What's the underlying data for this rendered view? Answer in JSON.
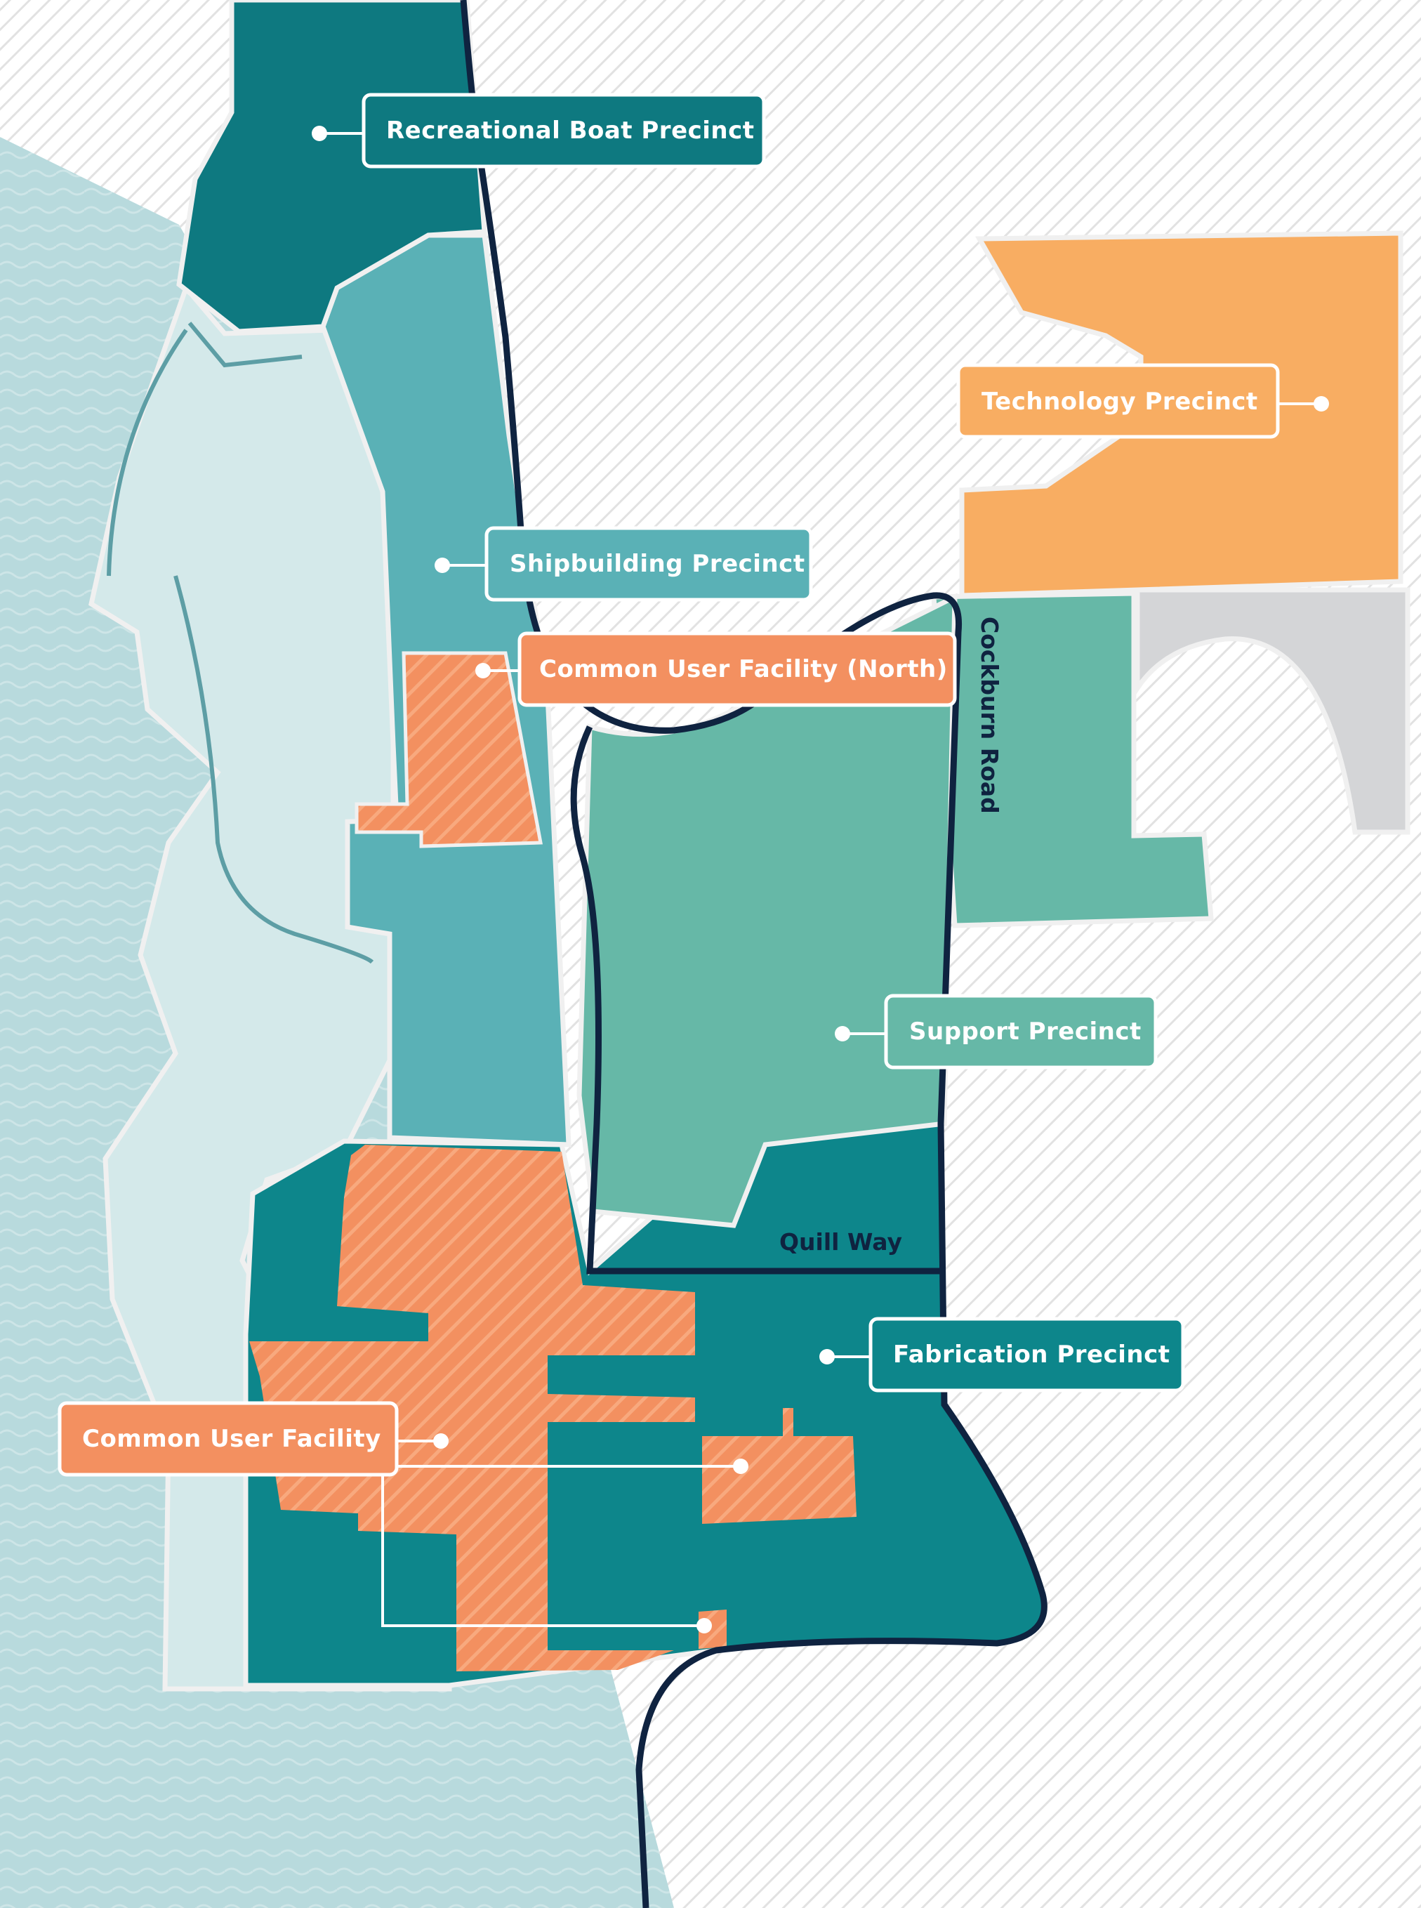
{
  "colors": {
    "sea": "#b8dadd",
    "land": "#ffffff",
    "hatch": "#e4e4e4",
    "recreational": "#0e7980",
    "shipbuilding": "#5ab1b6",
    "support": "#66b8a7",
    "fabrication": "#0d868b",
    "technology": "#f8ad62",
    "common_user": "#f39060",
    "grey_area": "#d4d5d7",
    "road": "#0f2340",
    "outline": "#eeeeee"
  },
  "labels": {
    "recreational": "Recreational Boat Precinct",
    "technology": "Technology Precinct",
    "shipbuilding": "Shipbuilding Precinct",
    "common_user_north": "Common User Facility (North)",
    "support": "Support Precinct",
    "fabrication": "Fabrication Precinct",
    "common_user": "Common User Facility"
  },
  "roads": {
    "cockburn": "Cockburn Road",
    "quill": "Quill Way"
  }
}
